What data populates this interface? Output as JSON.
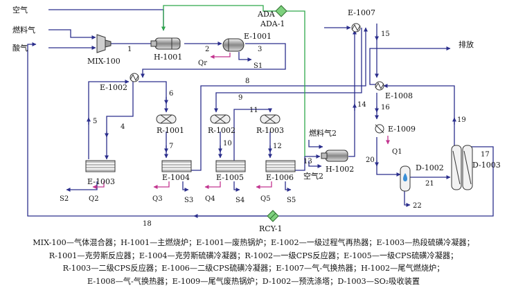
{
  "inputs": {
    "air": "空气",
    "fuel_gas": "燃料气",
    "acid_gas": "酸气"
  },
  "outputs": {
    "vent": "排放"
  },
  "units": {
    "mix100": "MIX-100",
    "ada1": "ADA-1",
    "ada_mark": "ADA",
    "h1001": "H-1001",
    "e1001": "E-1001",
    "e1002": "E-1002",
    "r1001": "R-1001",
    "r1002": "R-1002",
    "r1003": "R-1003",
    "e1003": "E-1003",
    "e1004": "E-1004",
    "e1005": "E-1005",
    "e1006": "E-1006",
    "e1007": "E-1007",
    "e1008": "E-1008",
    "e1009": "E-1009",
    "h1002": "H-1002",
    "d1002": "D-1002",
    "d1003": "D-1003",
    "rcy1": "RCY-1",
    "fuel_gas2": "燃料气2",
    "air2": "空气2"
  },
  "streams": {
    "s1": "1",
    "s2": "2",
    "s3": "3",
    "s4": "4",
    "s5": "5",
    "s6": "6",
    "s7": "7",
    "s8": "8",
    "s9": "9",
    "s10": "10",
    "s11": "11",
    "s12": "12",
    "s13": "13",
    "s14": "14",
    "s15": "15",
    "s16": "16",
    "s17": "17",
    "s18": "18",
    "s19": "19",
    "s20": "20",
    "s21": "21",
    "s22": "22",
    "S1": "S1",
    "S2": "S2",
    "S3": "S3",
    "S4": "S4",
    "S5": "S5",
    "Q1": "Q1",
    "Q2": "Q2",
    "Q3": "Q3",
    "Q4": "Q4",
    "Q5": "Q5",
    "Qr": "Qr"
  },
  "legend": [
    "MIX-100—气体混合器；H-1001—主燃烧炉；E-1001—废热锅炉；E-1002—一级过程气再热器；E-1003—热段硫磺冷凝器；",
    "R-1001—克劳斯反应器；E-1004—克劳斯硫磺冷凝器；R-1002—一级CPS反应器；E-1005—一级CPS硫磺冷凝器；",
    "R-1003—二级CPS反应器；E-1006—二级CPS硫磺冷凝器；E-1007—气-气换热器；H-1002—尾气燃烧炉；",
    "E-1008—气-气换热器；E-1009—尾气废热锅炉；D-1002—预洗涤塔；D-1003—SO₂吸收装置"
  ],
  "colors": {
    "stream": "#2b2e8c",
    "heat": "#c2348f",
    "recycle": "#2ea84a"
  }
}
